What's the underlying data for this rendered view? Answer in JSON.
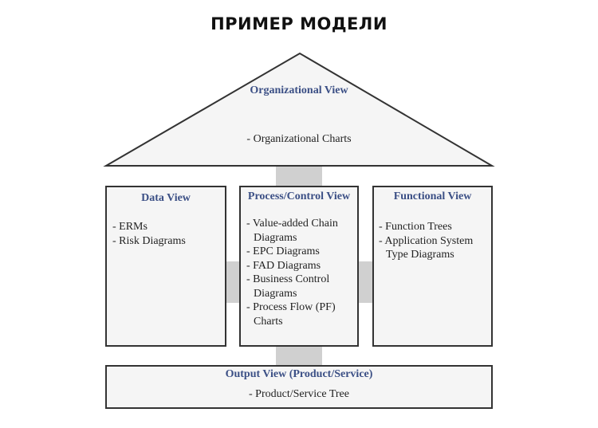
{
  "title": "ПРИМЕР МОДЕЛИ",
  "colors": {
    "fill": "#f5f5f5",
    "stroke": "#333333",
    "connector": "#d0d0d0",
    "heading": "#3b4f85"
  },
  "organizational": {
    "heading": "Organizational View",
    "item": "Organizational Charts"
  },
  "data_view": {
    "heading": "Data View",
    "items": [
      "ERMs",
      "Risk Diagrams"
    ]
  },
  "process_view": {
    "heading": "Process/Control View",
    "items": [
      "Value-added Chain Diagrams",
      "EPC Diagrams",
      "FAD Diagrams",
      "Business Control Diagrams",
      "Process Flow (PF) Charts"
    ]
  },
  "functional_view": {
    "heading": "Functional View",
    "items": [
      "Function Trees",
      "Application System Type Diagrams"
    ]
  },
  "output_view": {
    "heading": "Output View (Product/Service)",
    "item": "Product/Service Tree"
  }
}
